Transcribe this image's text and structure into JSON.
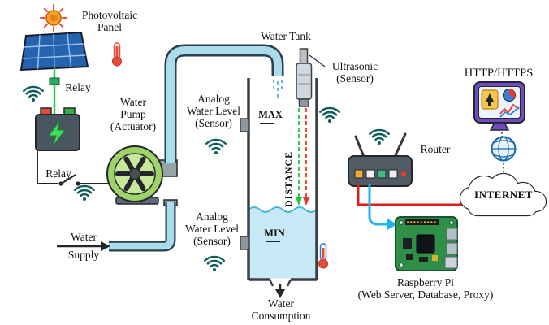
{
  "labels": {
    "photovoltaic_panel": "Photovoltaic\nPanel",
    "relay_top": "Relay",
    "water_pump": "Water\nPump\n(Actuator)",
    "relay_bottom": "Relay",
    "water_supply": "Water\nSupply",
    "water_tank": "Water Tank",
    "analog_sensor_top": "Analog\nWater Level\n(Sensor)",
    "max": "MAX",
    "analog_sensor_bottom": "Analog\nWater Level\n(Sensor)",
    "min": "MIN",
    "distance": "DISTANCE",
    "ultrasonic_sensor": "Ultrasonic\n(Sensor)",
    "water_consumption": "Water\nConsumption",
    "router": "Router",
    "http_https": "HTTP/HTTPS",
    "internet": "INTERNET",
    "raspberry_pi": "Raspberry Pi\n(Web Server, Database, Proxy)"
  },
  "icons": {
    "sun-icon": "orange sun with red rays",
    "solar-panel": "tilted blue photovoltaic grid",
    "thermometer-icon": "red thermometer",
    "wifi-icon": "dark teal wifi arcs",
    "battery": "battery with green lightning bolt",
    "lightning-icon": "green bolt",
    "relay-switch": "open switch symbol on wire",
    "water-pump": "green centrifugal pump with blades",
    "pipe": "light blue pipe with dark outline",
    "water-tank": "open tank with wavy water",
    "ultrasonic-sensor": "gray cylindrical probe",
    "distance-arrows": "green and red dashed measuring arrows",
    "router": "wireless router with two antennas and ports",
    "dashboard-monitor-icon": "monitor showing charts",
    "globe-icon": "blue wireframe globe",
    "internet-cloud": "outlined cloud",
    "raspberry-pi-board": "green single-board computer",
    "ethernet-cables": "red and blue cables"
  },
  "colors": {
    "pipe_fill": "#abdcec",
    "pipe_outline": "#2c3e50",
    "water": "#c6e9f5",
    "wave": "#4fb3d9",
    "wifi": "#0d5c5c",
    "green_wire": "#2ecc40",
    "distance_green": "#27c246",
    "distance_red": "#e8392b",
    "pump_body": "#9fd36a",
    "battery_body": "#49565f",
    "router_body": "#515b64",
    "cable_red": "#e21b1b",
    "cable_blue": "#1fb4ea",
    "pi_board": "#2f8f46",
    "monitor_frame": "#6f4bc4",
    "panel_blue": "#2563ae",
    "sun": "#f6a623"
  }
}
